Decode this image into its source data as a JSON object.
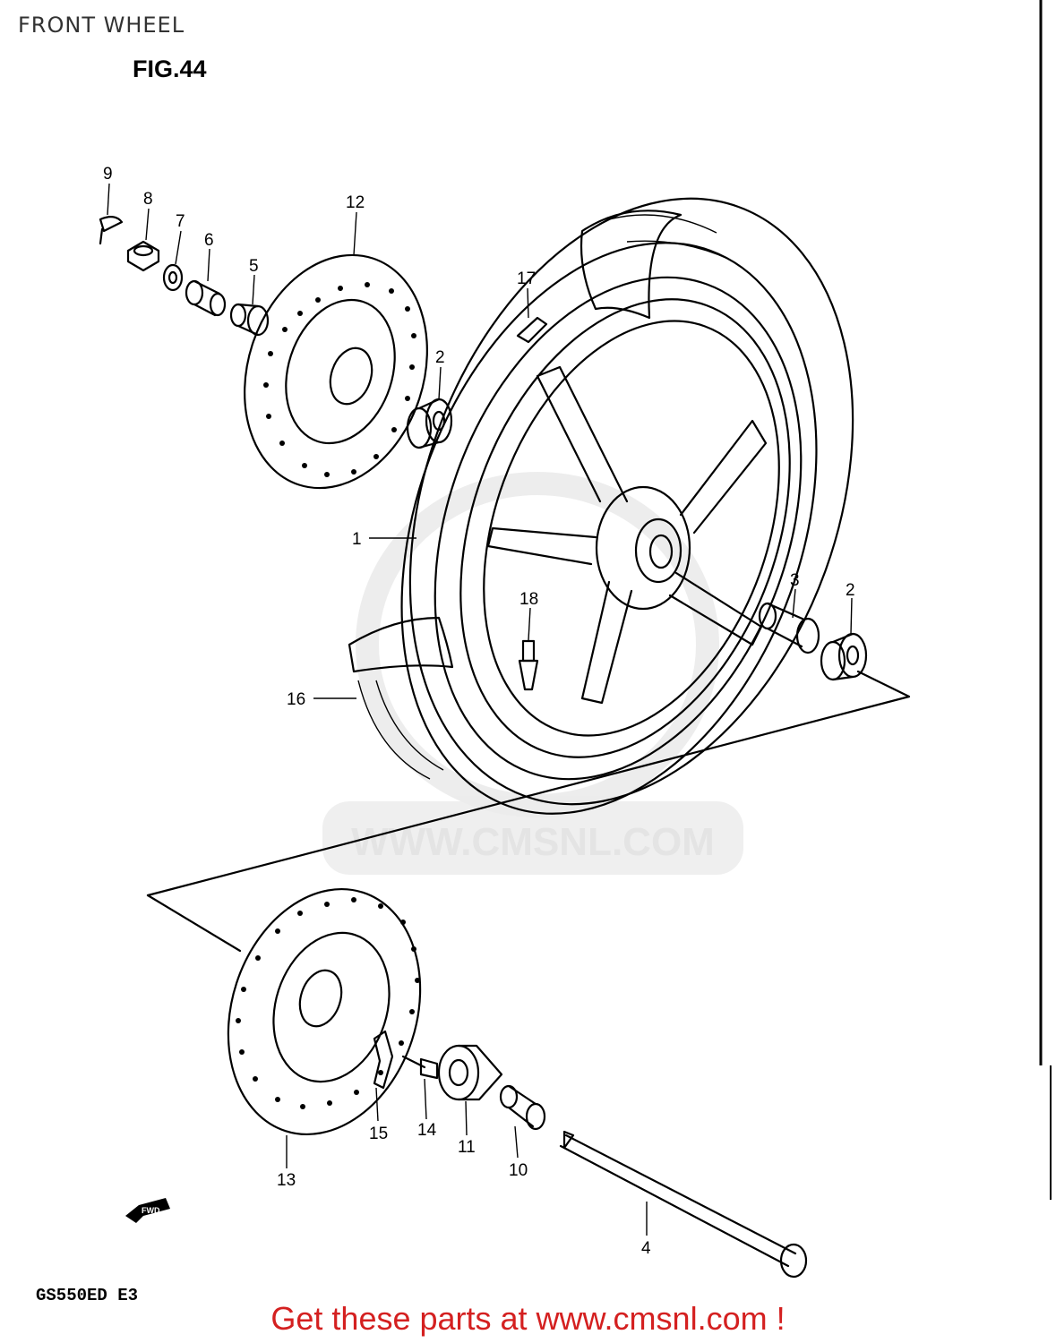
{
  "header": {
    "title": "FRONT WHEEL"
  },
  "figure": {
    "label": "FIG.44"
  },
  "model": {
    "code": "GS550ED E3"
  },
  "watermark": {
    "text": "WWW.CMSNL.COM"
  },
  "direction_badge": {
    "text": "FWD"
  },
  "callouts": [
    "9",
    "8",
    "7",
    "6",
    "5",
    "12",
    "17",
    "2",
    "1",
    "18",
    "3",
    "2",
    "16",
    "15",
    "14",
    "11",
    "10",
    "13",
    "4"
  ],
  "footer": {
    "link_text": "Get these parts at www.cmsnl.com !"
  },
  "colors": {
    "footer_red": "#d42020",
    "watermark_gray": "#cfcfcf",
    "ink": "#000000"
  }
}
